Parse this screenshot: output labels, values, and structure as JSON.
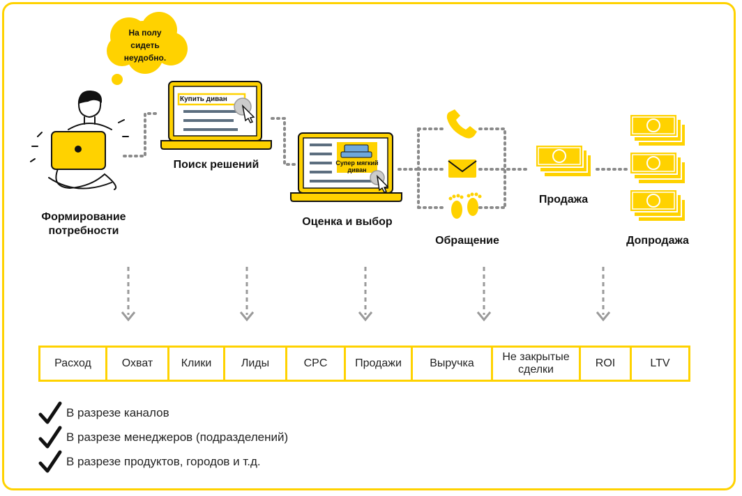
{
  "colors": {
    "accent": "#FFD200",
    "dots": "#8a8a8a",
    "arrows": "#9a9a9a",
    "ink": "#111111"
  },
  "thought_bubble": {
    "line1": "На полу",
    "line2": "сидеть",
    "line3": "неудобно."
  },
  "stages": [
    {
      "id": "need",
      "label_line1": "Формирование",
      "label_line2": "потребности"
    },
    {
      "id": "search",
      "label_line1": "Поиск решений"
    },
    {
      "id": "eval",
      "label_line1": "Оценка и выбор"
    },
    {
      "id": "contact",
      "label_line1": "Обращение"
    },
    {
      "id": "sale",
      "label_line1": "Продажа"
    },
    {
      "id": "upsell",
      "label_line1": "Допродажа"
    }
  ],
  "screens": {
    "search_query": "Купить диван",
    "product_line1": "Супер мягкий",
    "product_line2": "диван"
  },
  "contact_icons": [
    "phone-icon",
    "envelope-icon",
    "footprints-icon"
  ],
  "metrics": [
    {
      "label": "Расход"
    },
    {
      "label": "Охват"
    },
    {
      "label": "Клики"
    },
    {
      "label": "Лиды"
    },
    {
      "label": "CPC"
    },
    {
      "label": "Продажи"
    },
    {
      "label": "Выручка"
    },
    {
      "label_line1": "Не закрытые",
      "label_line2": "сделки"
    },
    {
      "label": "ROI"
    },
    {
      "label": "LTV"
    }
  ],
  "checklist": [
    "В разрезе каналов",
    "В разрезе менеджеров (подразделений)",
    "В разрезе продуктов, городов и т.д."
  ]
}
